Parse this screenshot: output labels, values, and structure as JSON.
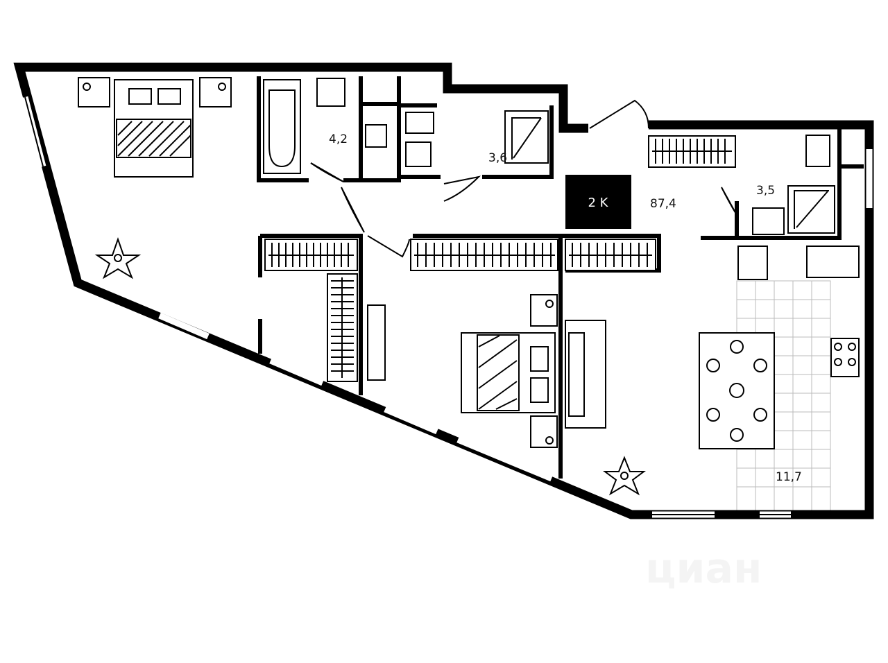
{
  "plan": {
    "rooms_label": "2 K",
    "total_area": "87,4",
    "areas": {
      "bathroom_1": "4,2",
      "bathroom_2": "3,6",
      "bathroom_3": "3,5",
      "kitchen": "11,7"
    }
  },
  "watermark": "циан",
  "colors": {
    "wall": "#000000",
    "background": "#ffffff",
    "tile": "#d9d9d9"
  }
}
